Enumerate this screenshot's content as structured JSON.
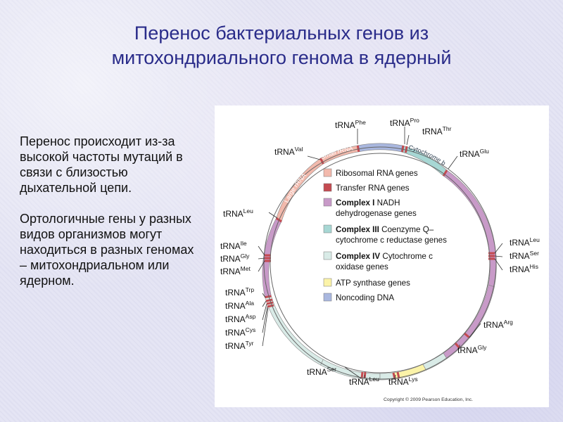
{
  "title": {
    "line1": "Перенос бактериальных генов из",
    "line2": "митохондриального генома в ядерный"
  },
  "body": {
    "paragraph1": "Перенос происходит из-за высокой частоты мутаций в связи с близостью дыхательной цепи.",
    "paragraph2": "Ортологичные гены у разных видов организмов могут находиться в разных геномах – митохондриальном или ядерном."
  },
  "diagram": {
    "arc_labels": {
      "small_rrna": "Small rRNA",
      "large_rrna": "Large rRNA",
      "cytochrome_b": "Cytochrome b"
    },
    "trna_labels": [
      {
        "id": "phe",
        "base": "tRNA",
        "sup": "Phe"
      },
      {
        "id": "pro",
        "base": "tRNA",
        "sup": "Pro"
      },
      {
        "id": "thr",
        "base": "tRNA",
        "sup": "Thr"
      },
      {
        "id": "val",
        "base": "tRNA",
        "sup": "Val"
      },
      {
        "id": "glu",
        "base": "tRNA",
        "sup": "Glu"
      },
      {
        "id": "leu1",
        "base": "tRNA",
        "sup": "Leu"
      },
      {
        "id": "ile",
        "base": "tRNA",
        "sup": "Ile"
      },
      {
        "id": "gly1",
        "base": "tRNA",
        "sup": "Gly"
      },
      {
        "id": "met",
        "base": "tRNA",
        "sup": "Met"
      },
      {
        "id": "leu2",
        "base": "tRNA",
        "sup": "Leu"
      },
      {
        "id": "ser1",
        "base": "tRNA",
        "sup": "Ser"
      },
      {
        "id": "his",
        "base": "tRNA",
        "sup": "His"
      },
      {
        "id": "trp",
        "base": "tRNA",
        "sup": "Trp"
      },
      {
        "id": "ala",
        "base": "tRNA",
        "sup": "Ala"
      },
      {
        "id": "asp",
        "base": "tRNA",
        "sup": "Asp"
      },
      {
        "id": "cys",
        "base": "tRNA",
        "sup": "Cys"
      },
      {
        "id": "tyr",
        "base": "tRNA",
        "sup": "Tyr"
      },
      {
        "id": "arg",
        "base": "tRNA",
        "sup": "Arg"
      },
      {
        "id": "gly2",
        "base": "tRNA",
        "sup": "Gly"
      },
      {
        "id": "ser2",
        "base": "tRNA",
        "sup": "Ser"
      },
      {
        "id": "leu3",
        "base": "tRNA",
        "sup": "Leu"
      },
      {
        "id": "lys",
        "base": "tRNA",
        "sup": "Lys"
      }
    ],
    "legend": [
      {
        "id": "rrna",
        "color": "#f2b9ac",
        "bold": "",
        "text": "Ribosomal RNA genes",
        "text2": ""
      },
      {
        "id": "trna",
        "color": "#c44a50",
        "bold": "",
        "text": "Transfer RNA genes",
        "text2": ""
      },
      {
        "id": "complex1",
        "color": "#c89ac8",
        "bold": "Complex I",
        "text": " NADH",
        "text2": "dehydrogenase genes"
      },
      {
        "id": "complex3",
        "color": "#a7d7d4",
        "bold": "Complex III",
        "text": " Coenzyme Q–",
        "text2": "cytochrome c reductase genes"
      },
      {
        "id": "complex4",
        "color": "#d9ebe7",
        "bold": "Complex IV",
        "text": " Cytochrome c",
        "text2": "oxidase genes"
      },
      {
        "id": "atp",
        "color": "#fbf3a8",
        "bold": "",
        "text": "ATP synthase genes",
        "text2": ""
      },
      {
        "id": "noncoding",
        "color": "#a9b7df",
        "bold": "",
        "text": "Noncoding DNA",
        "text2": ""
      }
    ],
    "copyright": "Copyright © 2009 Pearson Education, Inc."
  }
}
